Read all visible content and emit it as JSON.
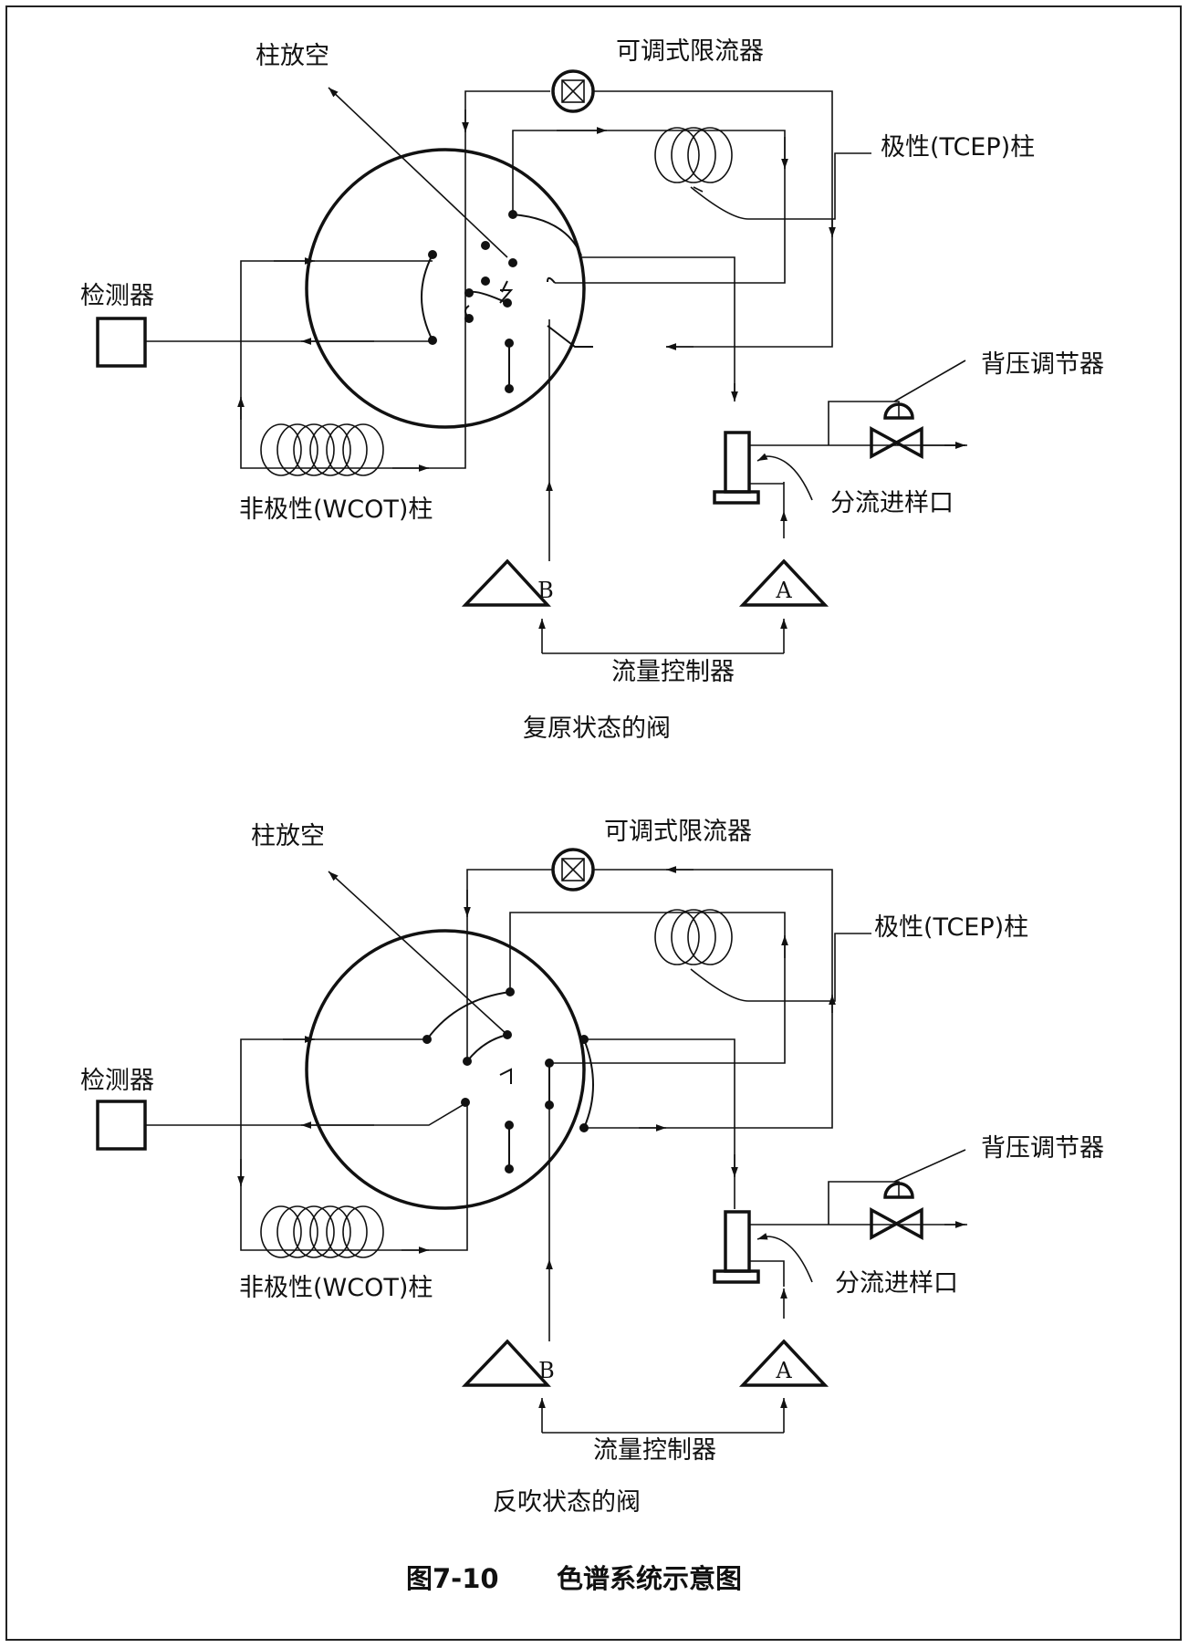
{
  "figure": {
    "number": "图7-10",
    "title": "色谱系统示意图"
  },
  "labels": {
    "column_vent": "柱放空",
    "adjustable_restrictor": "可调式限流器",
    "polar_column": "极性(TCEP)柱",
    "detector": "检测器",
    "nonpolar_column": "非极性(WCOT)柱",
    "back_pressure_regulator": "背压调节器",
    "split_injector": "分流进样口",
    "flow_controller": "流量控制器",
    "flow_b": "B",
    "flow_a": "A"
  },
  "panels": [
    {
      "caption": "复原状态的阀"
    },
    {
      "caption": "反吹状态的阀"
    }
  ]
}
